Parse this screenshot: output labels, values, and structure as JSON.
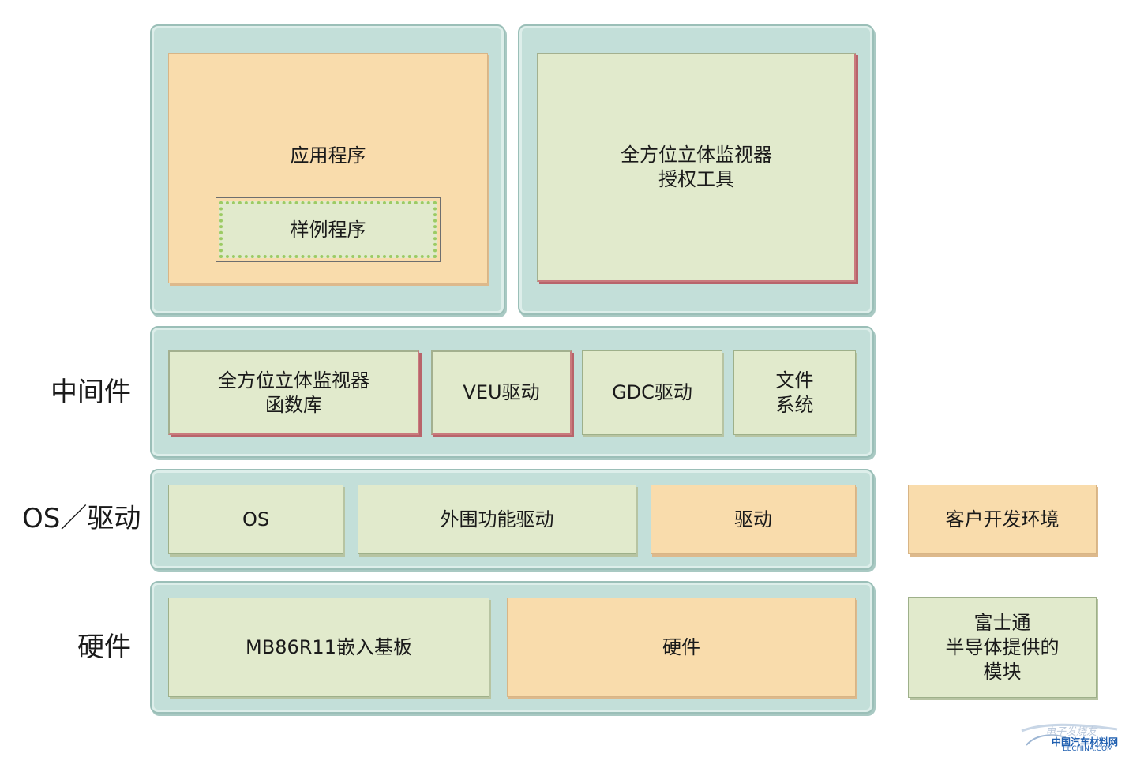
{
  "labels": {
    "middleware": "中间件",
    "os_driver": "OS／驱动",
    "hardware": "硬件"
  },
  "app_layer": {
    "application": "应用程序",
    "sample": "样例程序",
    "monitor_tool": "全方位立体监视器\n授权工具"
  },
  "middleware_layer": {
    "monitor_lib": "全方位立体监视器\n函数库",
    "veu": "VEU驱动",
    "gdc": "GDC驱动",
    "filesystem": "文件\n系统"
  },
  "os_layer": {
    "os": "OS",
    "peripheral": "外围功能驱动",
    "driver": "驱动"
  },
  "hw_layer": {
    "board": "MB86R11嵌入基板",
    "hardware": "硬件"
  },
  "legend": {
    "customer_env": "客户开发环境",
    "fujitsu_module": "富士通\n半导体提供的\n模块"
  },
  "watermark": {
    "top": "电子发烧友",
    "main": "中国汽车材料网",
    "url": "EECHINA.COM"
  },
  "colors": {
    "layer": "#c3dfd9",
    "green_box": "#e1eacc",
    "orange_box": "#f9dcac",
    "red_edge": "#c97a7d"
  }
}
